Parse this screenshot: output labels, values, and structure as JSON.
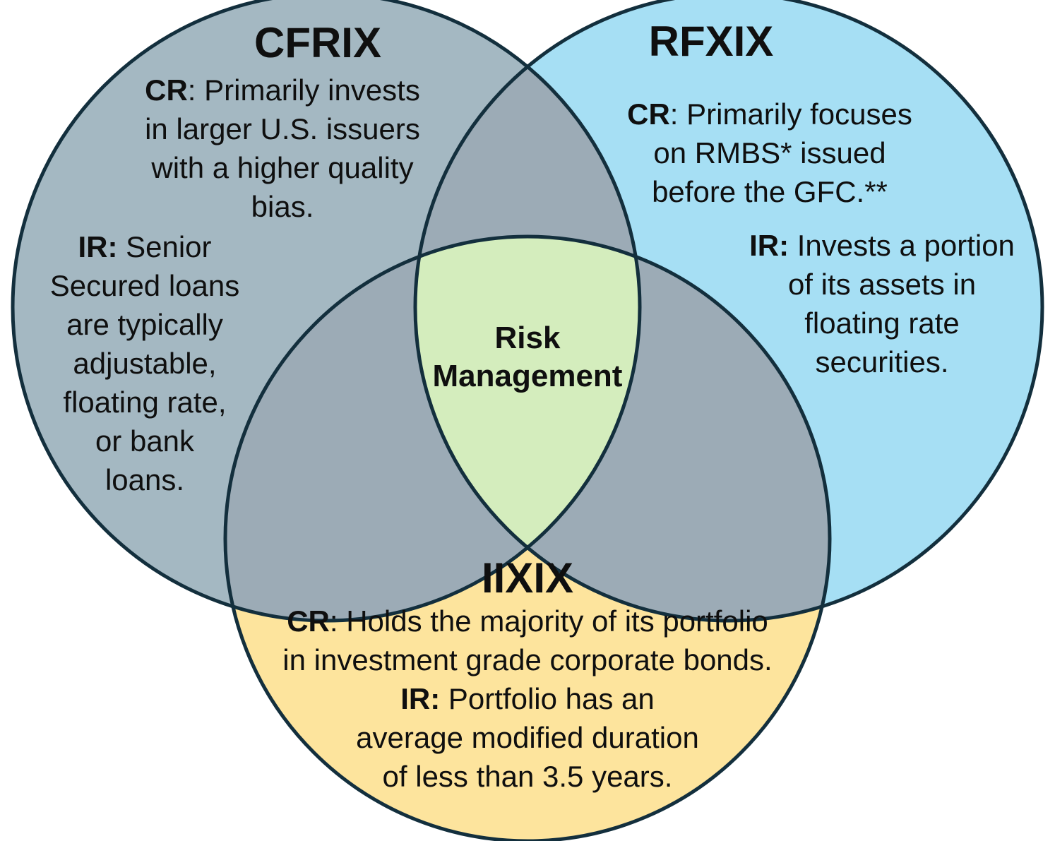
{
  "colors": {
    "cfrix_fill": "#a4b8c2",
    "rfxix_fill": "#a6dff4",
    "iixix_fill": "#fde49d",
    "overlap_fill": "#9cabb6",
    "center_fill": "#d4edbd",
    "border": "#132f3d",
    "text": "#0f0f0f",
    "background": "#ffffff"
  },
  "circles": {
    "cfrix": {
      "title": "CFRIX",
      "cr_bold": "CR",
      "cr_lines": [
        ": Primarily invests",
        "in larger U.S. issuers",
        "with a higher quality",
        "bias."
      ],
      "ir_bold": "IR:",
      "ir_lines": [
        " Senior",
        "Secured loans",
        "are typically",
        "adjustable,",
        "floating rate,",
        "or bank",
        "loans."
      ]
    },
    "rfxix": {
      "title": "RFXIX",
      "cr_bold": "CR",
      "cr_lines": [
        ": Primarily focuses",
        "on RMBS* issued",
        "before the GFC.**"
      ],
      "ir_bold": "IR:",
      "ir_lines": [
        " Invests a portion",
        "of its assets in",
        "floating rate",
        "securities."
      ]
    },
    "iixix": {
      "title": "IIXIX",
      "cr_bold": "CR",
      "cr_lines": [
        ": Holds the majority of its portfolio",
        "in investment grade corporate bonds."
      ],
      "ir_bold": "IR:",
      "ir_lines": [
        " Portfolio has an",
        "average modified duration",
        "of less than 3.5 years."
      ]
    }
  },
  "center": {
    "line1": "Risk",
    "line2": "Management"
  }
}
